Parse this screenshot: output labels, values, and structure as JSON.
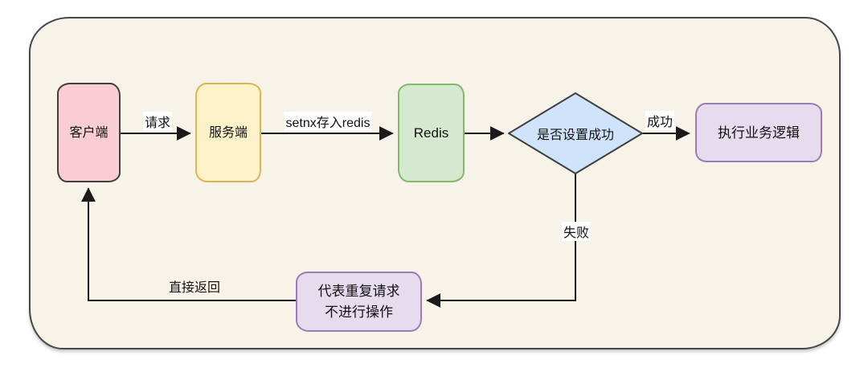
{
  "diagram": {
    "nodes": {
      "client": {
        "label": "客户端"
      },
      "server": {
        "label": "服务端"
      },
      "redis": {
        "label": "Redis"
      },
      "decision": {
        "label": "是否设置成功"
      },
      "business": {
        "label": "执行业务逻辑"
      },
      "duplicate": {
        "label_line1": "代表重复请求",
        "label_line2": "不进行操作"
      }
    },
    "edges": {
      "request": {
        "label": "请求"
      },
      "setnx": {
        "label": "setnx存入redis"
      },
      "success": {
        "label": "成功"
      },
      "failure": {
        "label": "失败"
      },
      "direct_return": {
        "label": "直接返回"
      }
    },
    "colors": {
      "canvas_bg": "#ffffff",
      "container_fill": "#f7f3e8",
      "container_stroke": "#46484d",
      "client_fill": "#f9cdd3",
      "client_stroke": "#3f3f3f",
      "server_fill": "#fdf1c9",
      "server_stroke": "#d6b656",
      "redis_fill": "#d5e8d0",
      "redis_stroke": "#84b868",
      "decision_fill": "#cfe3fa",
      "decision_stroke": "#3f3f3f",
      "purple_fill": "#e7dcee",
      "purple_stroke": "#9b7db6",
      "arrow": "#1a1a1a"
    }
  }
}
